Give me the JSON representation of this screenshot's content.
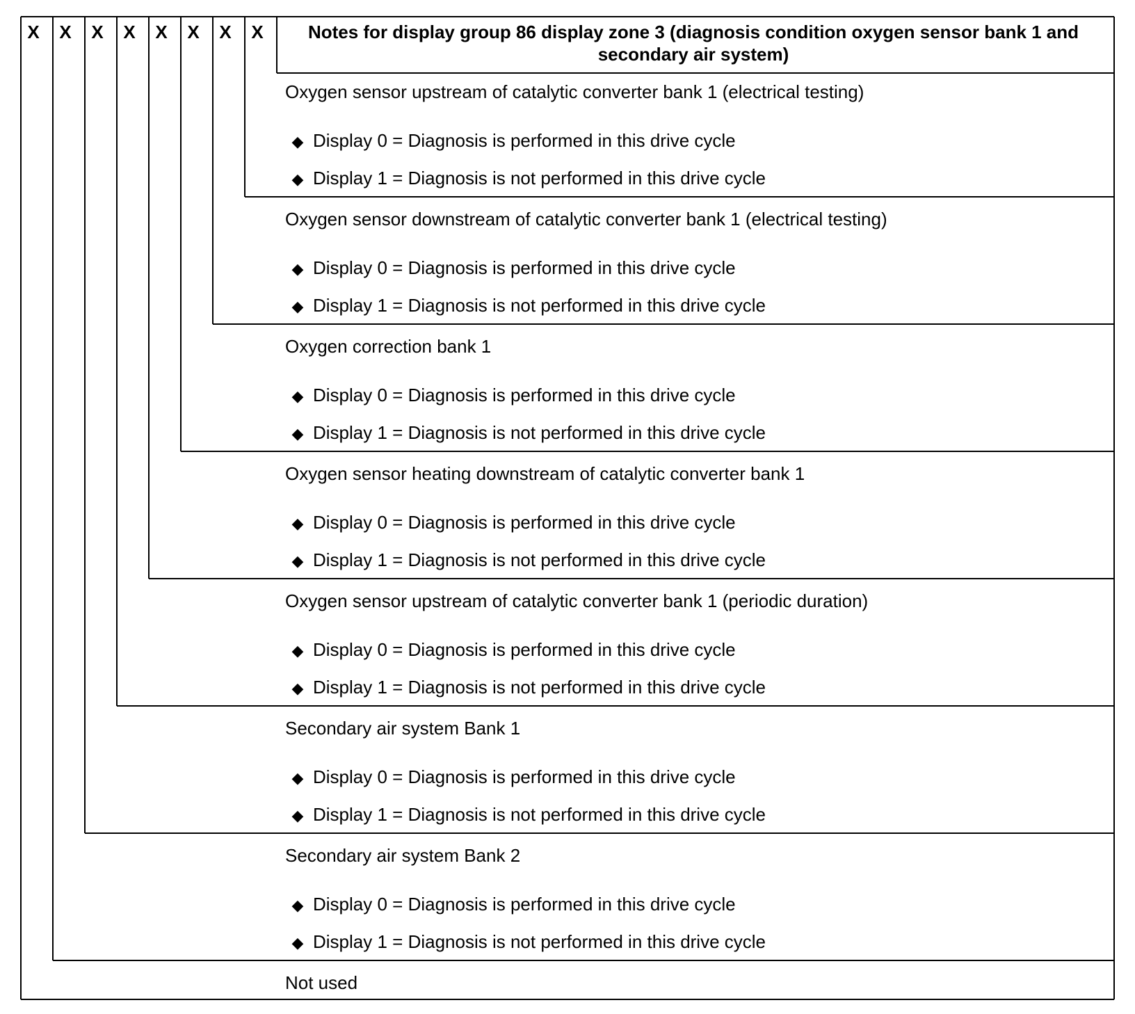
{
  "header": {
    "bits": [
      "X",
      "X",
      "X",
      "X",
      "X",
      "X",
      "X",
      "X"
    ],
    "title": "Notes for display group 86 display zone 3 (diagnosis condition oxygen sensor bank 1 and secondary air system)"
  },
  "sections": [
    {
      "title": "Oxygen sensor upstream of catalytic converter bank 1 (electrical testing)",
      "bullets": [
        "Display 0 = Diagnosis is performed in this drive cycle",
        "Display 1 = Diagnosis is not performed in this drive cycle"
      ]
    },
    {
      "title": "Oxygen sensor downstream of catalytic converter bank 1 (electrical testing)",
      "bullets": [
        "Display 0 = Diagnosis is performed in this drive cycle",
        "Display 1 = Diagnosis is not performed in this drive cycle"
      ]
    },
    {
      "title": "Oxygen correction bank 1",
      "bullets": [
        "Display 0 = Diagnosis is performed in this drive cycle",
        "Display 1 = Diagnosis is not performed in this drive cycle"
      ]
    },
    {
      "title": "Oxygen sensor heating downstream of catalytic converter bank 1",
      "bullets": [
        "Display 0 = Diagnosis is performed in this drive cycle",
        "Display 1 = Diagnosis is not performed in this drive cycle"
      ]
    },
    {
      "title": "Oxygen sensor upstream of catalytic converter bank 1 (periodic duration)",
      "bullets": [
        "Display 0 = Diagnosis is performed in this drive cycle",
        "Display 1 = Diagnosis is not performed in this drive cycle"
      ]
    },
    {
      "title": "Secondary air system Bank 1",
      "bullets": [
        "Display 0 = Diagnosis is performed in this drive cycle",
        "Display 1 = Diagnosis is not performed in this drive cycle"
      ]
    },
    {
      "title": "Secondary air system Bank 2",
      "bullets": [
        "Display 0 = Diagnosis is performed in this drive cycle",
        "Display 1 = Diagnosis is not performed in this drive cycle"
      ]
    }
  ],
  "last_row": {
    "label": "Not used"
  },
  "icons": {
    "bullet": "diamond-bullet-icon"
  }
}
